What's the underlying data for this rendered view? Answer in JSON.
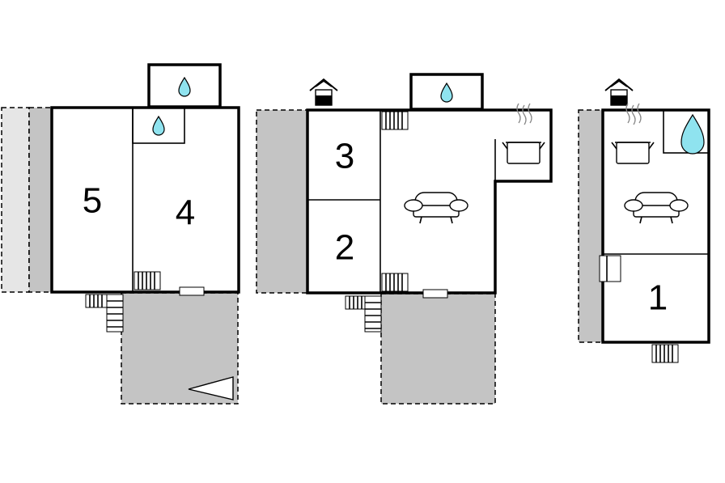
{
  "rooms": [
    {
      "label": "5"
    },
    {
      "label": "4"
    },
    {
      "label": "3"
    },
    {
      "label": "2"
    },
    {
      "label": "1"
    }
  ],
  "icons": {
    "bathroom": "water-drop-icon",
    "kitchen": "cooking-pot-icon",
    "living": "sofa-icon",
    "fireplace": "fireplace-house-icon",
    "stairs": "stairs-icon",
    "door": "door-icon",
    "entrance": "entrance-arrow-icon"
  },
  "colors": {
    "wall": "#000000",
    "floor": "#ffffff",
    "terrace": "#c4c4c4",
    "terrace_light": "#e6e6e6",
    "water": "#8fe3ef"
  }
}
